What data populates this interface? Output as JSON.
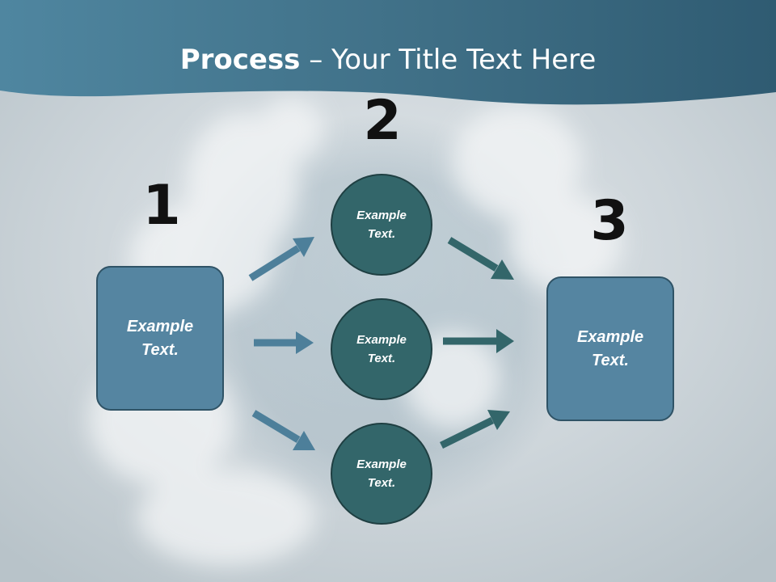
{
  "title": {
    "bold": "Process",
    "rest": " – Your Title Text Here"
  },
  "steps": [
    "1",
    "2",
    "3"
  ],
  "left_box": {
    "text": "Example\nText."
  },
  "right_box": {
    "text": "Example\nText."
  },
  "circles": [
    {
      "text": "Example\nText."
    },
    {
      "text": "Example\nText."
    },
    {
      "text": "Example\nText."
    }
  ],
  "colors": {
    "header": "#3f7086",
    "box_fill": "#5585a1",
    "circle_fill": "#33666a",
    "arrow_blue": "#4d7f9a",
    "arrow_teal": "#33666a"
  }
}
